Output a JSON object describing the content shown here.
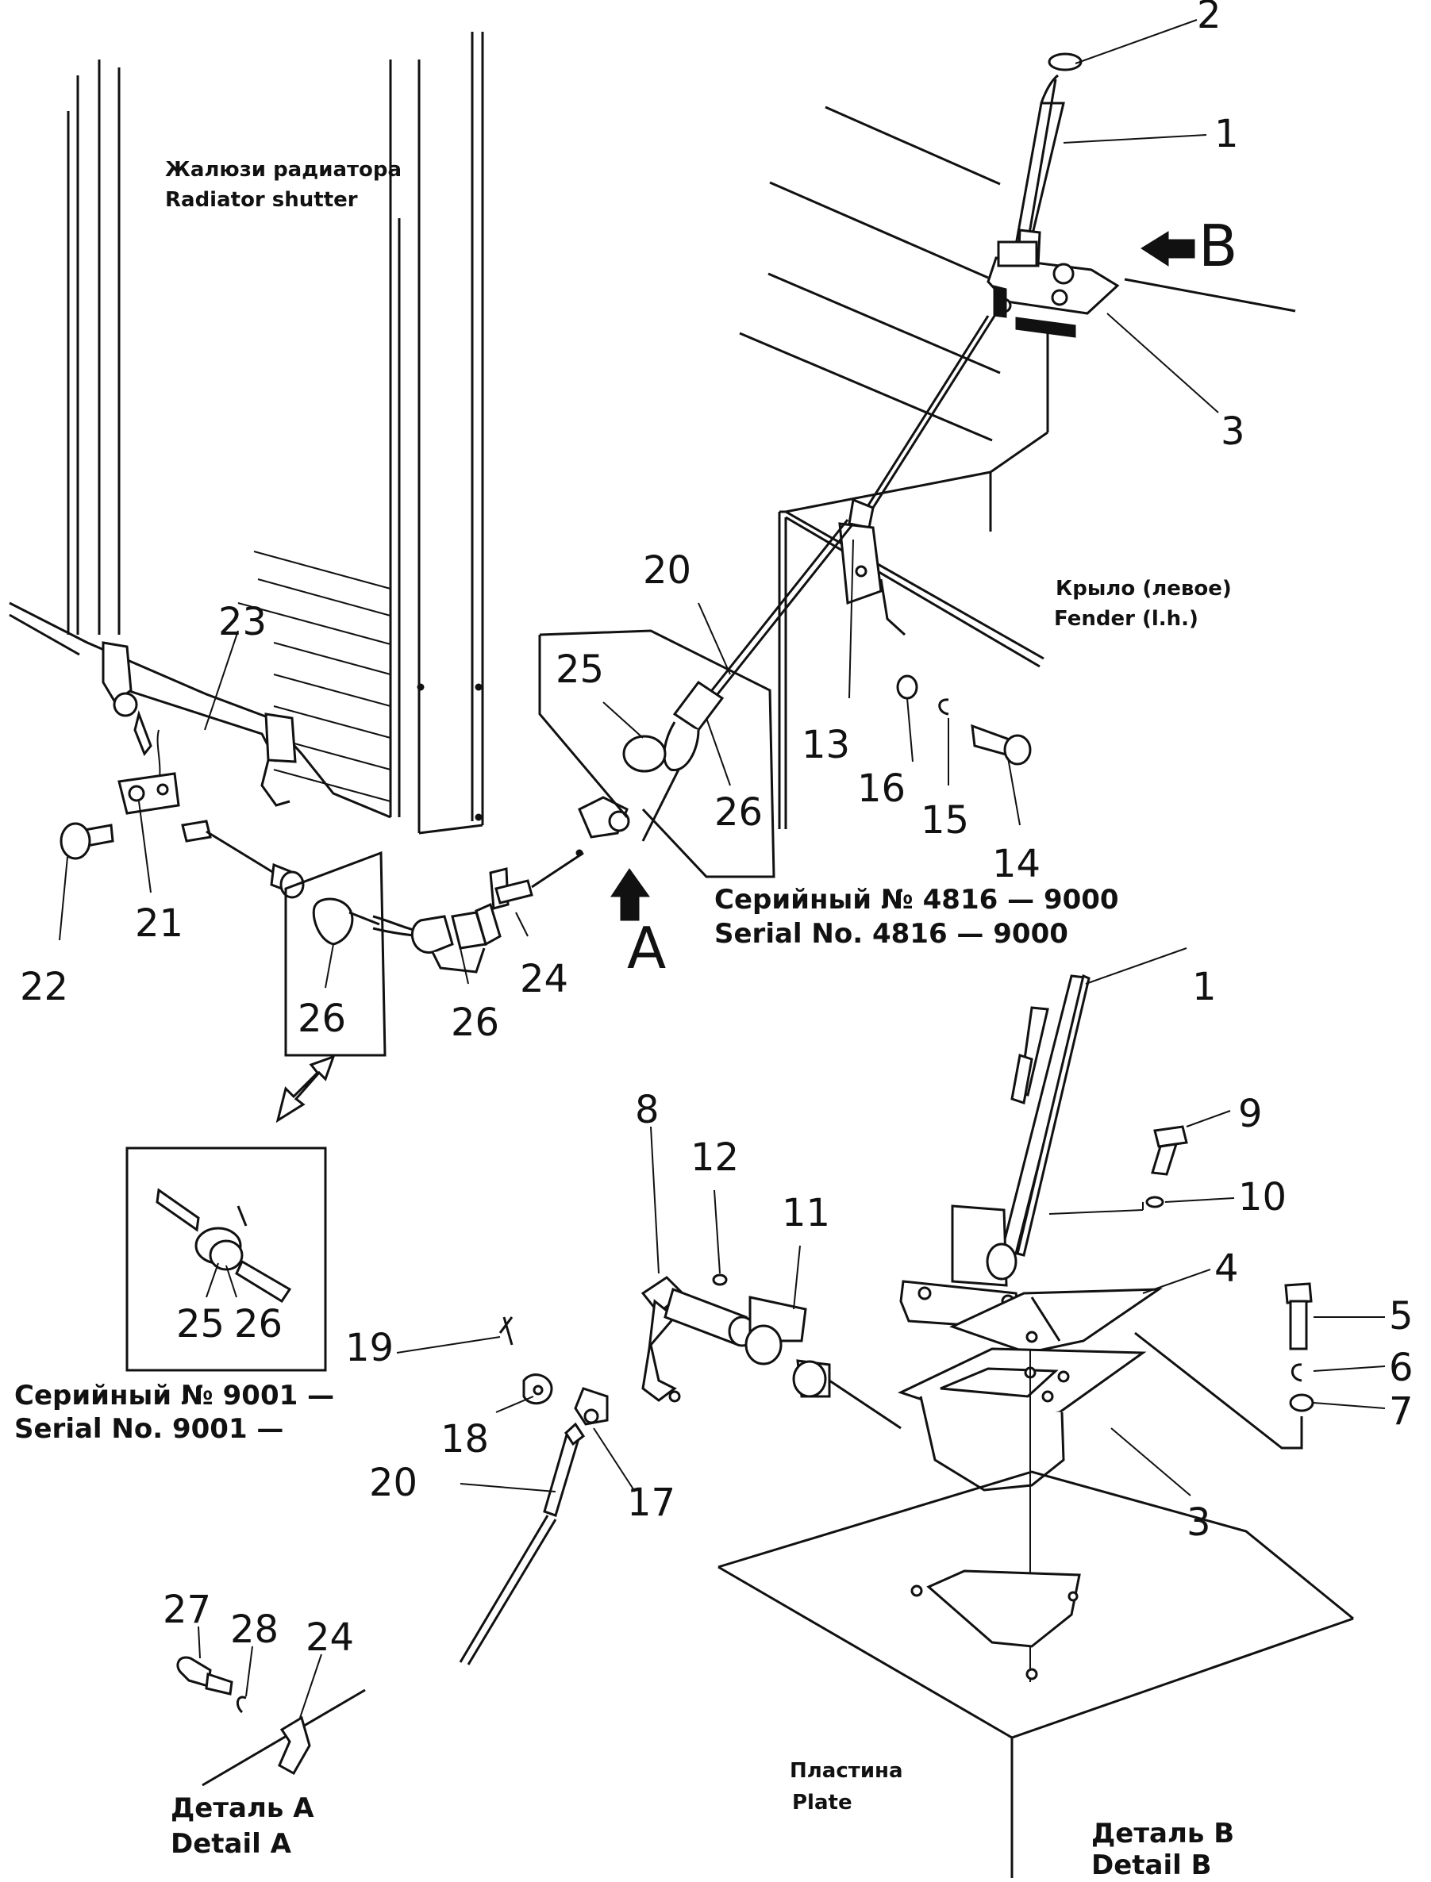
{
  "captions": {
    "radiator_shutter_ru": "Жалюзи радиатора",
    "radiator_shutter_en": "Radiator shutter",
    "fender_ru": "Крыло (левое)",
    "fender_en": "Fender (l.h.)",
    "serial_4816_ru": "Серийный № 4816 — 9000",
    "serial_4816_en": "Serial No. 4816 — 9000",
    "serial_9001_ru": "Серийный № 9001 —",
    "serial_9001_en": "Serial No. 9001 —",
    "plate_ru": "Пластина",
    "plate_en": "Plate",
    "detail_a_ru": "Деталь A",
    "detail_a_en": "Detail A",
    "detail_b_ru": "Деталь B",
    "detail_b_en": "Detail B"
  },
  "view_markers": {
    "a": "A",
    "b": "B"
  },
  "callouts": {
    "top": {
      "p1": "1",
      "p2": "2",
      "p3": "3",
      "p13": "13",
      "p14": "14",
      "p15": "15",
      "p16": "16",
      "p20": "20",
      "p21": "21",
      "p22": "22",
      "p23": "23",
      "p24": "24",
      "p25": "25",
      "p26a": "26",
      "p26b": "26",
      "p26c": "26"
    },
    "inset_9001": {
      "p25": "25",
      "p26": "26"
    },
    "detail_b": {
      "p1": "1",
      "p3": "3",
      "p4": "4",
      "p5": "5",
      "p6": "6",
      "p7": "7",
      "p8": "8",
      "p9": "9",
      "p10": "10",
      "p11": "11",
      "p12": "12",
      "p17": "17",
      "p18": "18",
      "p19": "19",
      "p20": "20"
    },
    "detail_a": {
      "p24": "24",
      "p27": "27",
      "p28": "28"
    }
  }
}
